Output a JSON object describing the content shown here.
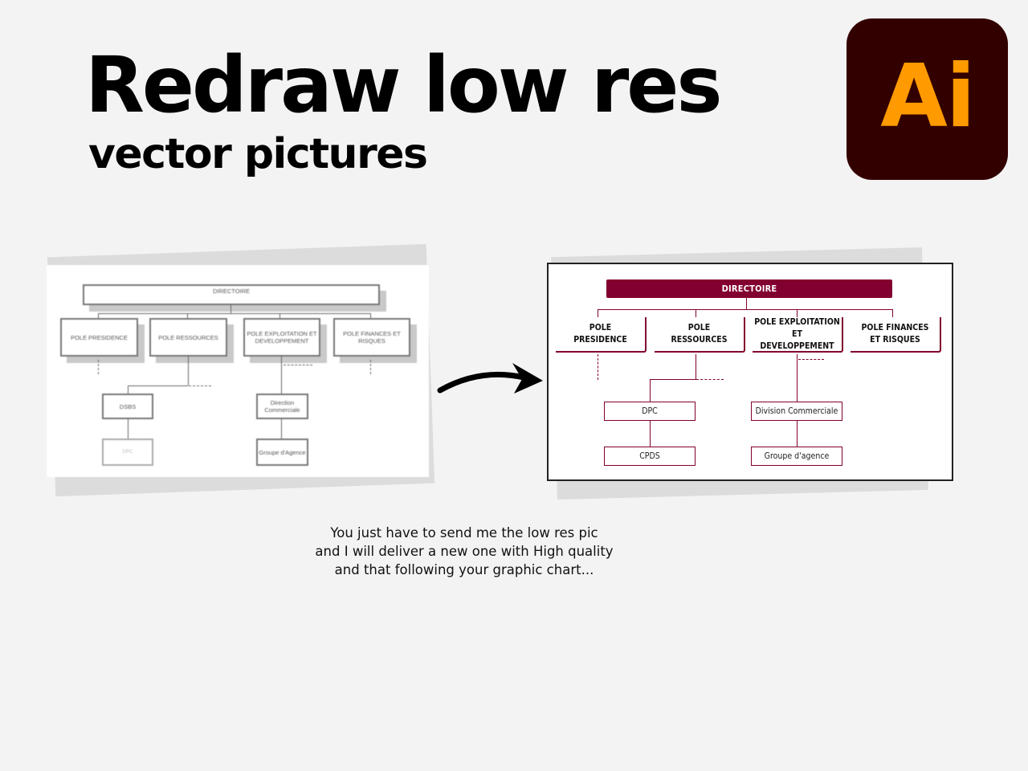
{
  "header": {
    "title": "Redraw low res",
    "subtitle": "vector pictures",
    "logo_text": "Ai"
  },
  "lowres_chart": {
    "root": "DIRECTOIRE",
    "poles": [
      "POLE PRESIDENCE",
      "POLE RESSOURCES",
      "POLE EXPLOITATION ET DEVELOPPEMENT",
      "POLE FINANCES ET RISQUES"
    ],
    "sub_left": "DSBS",
    "sub_left_child": "DPC",
    "sub_right": "Direction Commerciale",
    "sub_right_child": "Groupe d'Agence"
  },
  "vector_chart": {
    "root": "DIRECTOIRE",
    "poles": [
      "POLE PRESIDENCE",
      "POLE RESSOURCES",
      "POLE EXPLOITATION ET DEVELOPPEMENT",
      "POLE FINANCES ET RISQUES"
    ],
    "sub_left": "DPC",
    "sub_left_child": "CPDS",
    "sub_right": "Division Commerciale",
    "sub_right_child": "Groupe d'agence",
    "accent_color": "#82002f"
  },
  "caption": {
    "line1": "You just have to send me the low res pic",
    "line2": "and I will deliver a new one with High quality",
    "line3": "and that following your graphic chart..."
  },
  "colors": {
    "background": "#f3f3f3",
    "logo_bg": "#330000",
    "logo_fg": "#ff9a00"
  }
}
